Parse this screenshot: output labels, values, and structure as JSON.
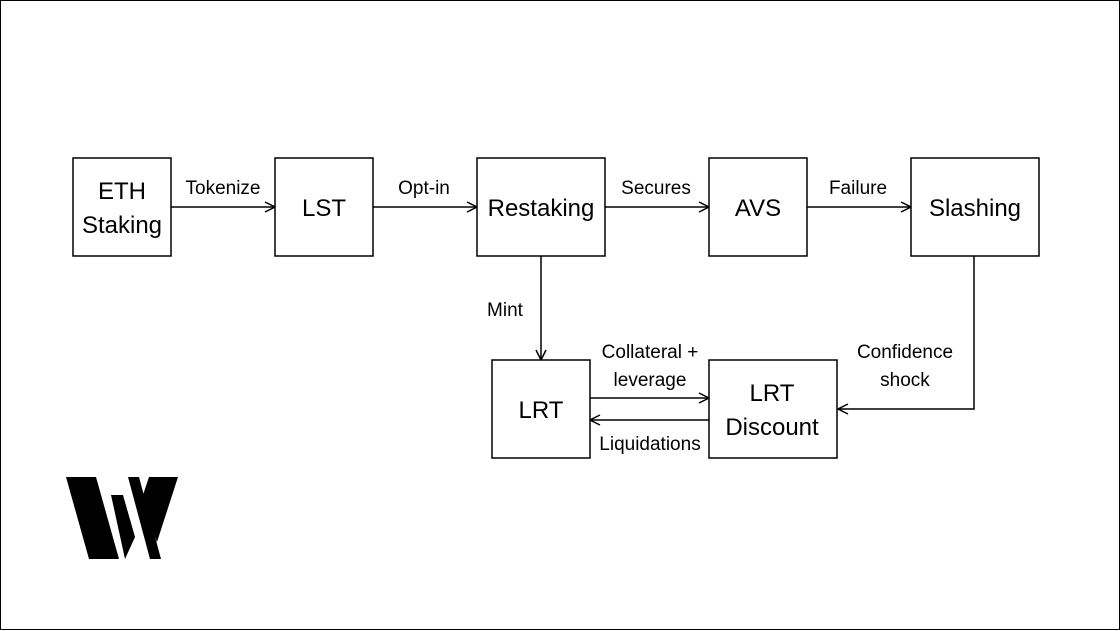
{
  "diagram": {
    "nodes": {
      "eth_staking": [
        "ETH",
        "Staking"
      ],
      "lst": [
        "LST"
      ],
      "restaking": [
        "Restaking"
      ],
      "avs": [
        "AVS"
      ],
      "slashing": [
        "Slashing"
      ],
      "lrt": [
        "LRT"
      ],
      "lrt_discount": [
        "LRT",
        "Discount"
      ]
    },
    "edges": {
      "tokenize": [
        "Tokenize"
      ],
      "opt_in": [
        "Opt-in"
      ],
      "secures": [
        "Secures"
      ],
      "failure": [
        "Failure"
      ],
      "mint": [
        "Mint"
      ],
      "collateral_leverage": [
        "Collateral +",
        "leverage"
      ],
      "liquidations": [
        "Liquidations"
      ],
      "confidence_shock": [
        "Confidence",
        "shock"
      ]
    }
  },
  "logo": {
    "icon": "w-logo-icon",
    "color": "#000000"
  }
}
